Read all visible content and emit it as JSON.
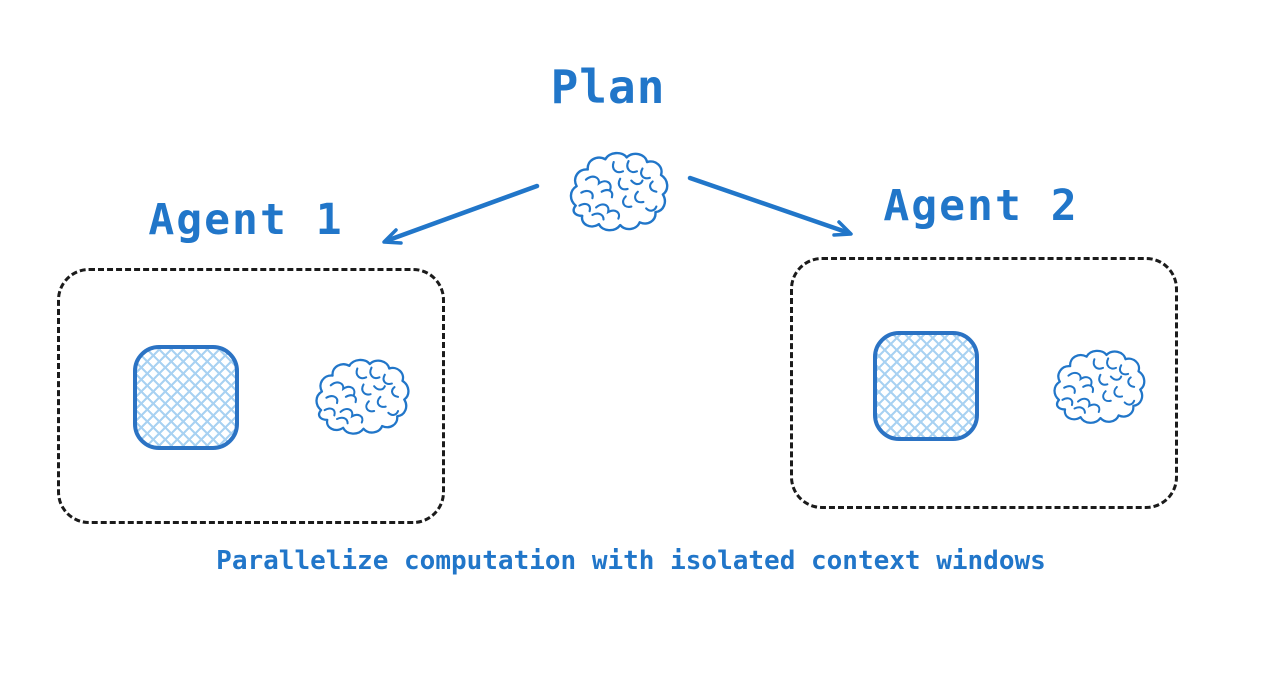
{
  "diagram": {
    "title": "Plan",
    "caption": "Parallelize computation with isolated context windows",
    "agents": [
      {
        "label": "Agent 1",
        "contents": [
          "context-window",
          "brain"
        ]
      },
      {
        "label": "Agent 2",
        "contents": [
          "context-window",
          "brain"
        ]
      }
    ],
    "icons": {
      "plan": "brain-icon",
      "agent_model": "brain-icon",
      "context_window": "crosshatch-rounded-square-icon",
      "arrows": [
        "arrow-to-agent-1",
        "arrow-to-agent-2"
      ]
    },
    "colors": {
      "ink_blue": "#2176c9",
      "hatch_light_blue": "#a9d2f2",
      "box_dash_black": "#1b1b1b",
      "background": "#ffffff"
    }
  }
}
